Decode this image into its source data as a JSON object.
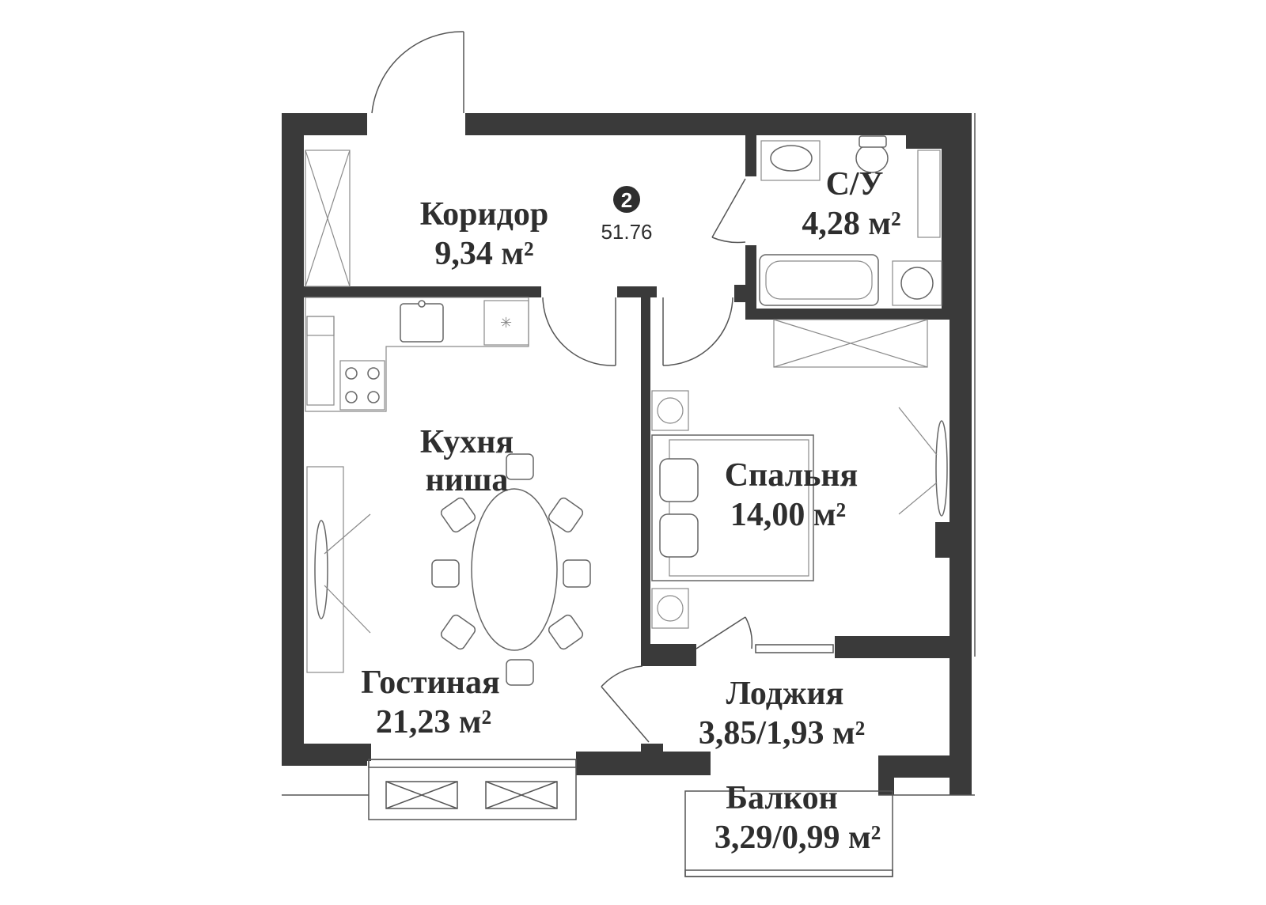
{
  "apartment": {
    "rooms_count": "2",
    "total_area": "51.76"
  },
  "rooms": {
    "corridor": {
      "name": "Коридор",
      "area": "9,34 м²"
    },
    "bathroom": {
      "name": "С/У",
      "area": "4,28 м²"
    },
    "kitchen": {
      "name": "Кухня",
      "name2": "ниша"
    },
    "bedroom": {
      "name": "Спальня",
      "area": "14,00 м²"
    },
    "living": {
      "name": "Гостиная",
      "area": "21,23 м²"
    },
    "loggia": {
      "name": "Лоджия",
      "area": "3,85/1,93 м²"
    },
    "balcony": {
      "name": "Балкон",
      "area": "3,29/0,99 м²"
    }
  },
  "colors": {
    "wall": "#3a3a3a",
    "text": "#2e2e2e",
    "furniture": "#666666"
  }
}
